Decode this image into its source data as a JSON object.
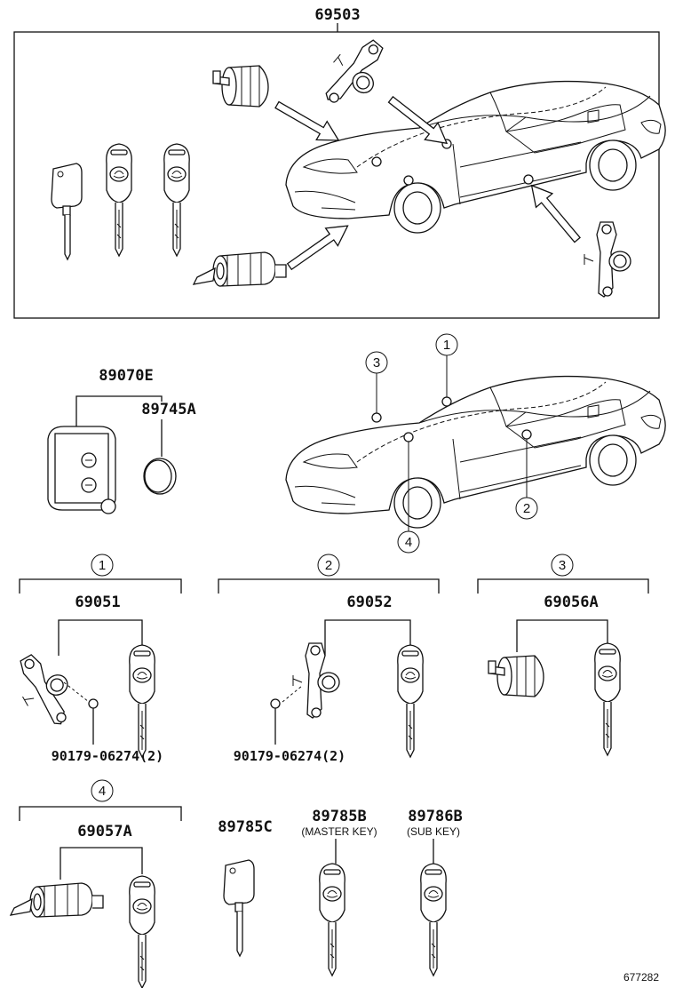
{
  "kit": {
    "part_number": "69503"
  },
  "transmitter": {
    "part_number": "89070E"
  },
  "battery": {
    "part_number": "89745A"
  },
  "circle_labels": [
    "1",
    "2",
    "3",
    "4"
  ],
  "groups": [
    {
      "marker": "1",
      "part_number": "69051",
      "screw": "90179-06274(2)"
    },
    {
      "marker": "2",
      "part_number": "69052",
      "screw": "90179-06274(2)"
    },
    {
      "marker": "3",
      "part_number": "69056A"
    },
    {
      "marker": "4",
      "part_number": "69057A"
    }
  ],
  "keys": [
    {
      "part_number": "89785C",
      "note": ""
    },
    {
      "part_number": "89785B",
      "note": "(MASTER KEY)"
    },
    {
      "part_number": "89786B",
      "note": "(SUB KEY)"
    }
  ],
  "illustration_number": "677282"
}
